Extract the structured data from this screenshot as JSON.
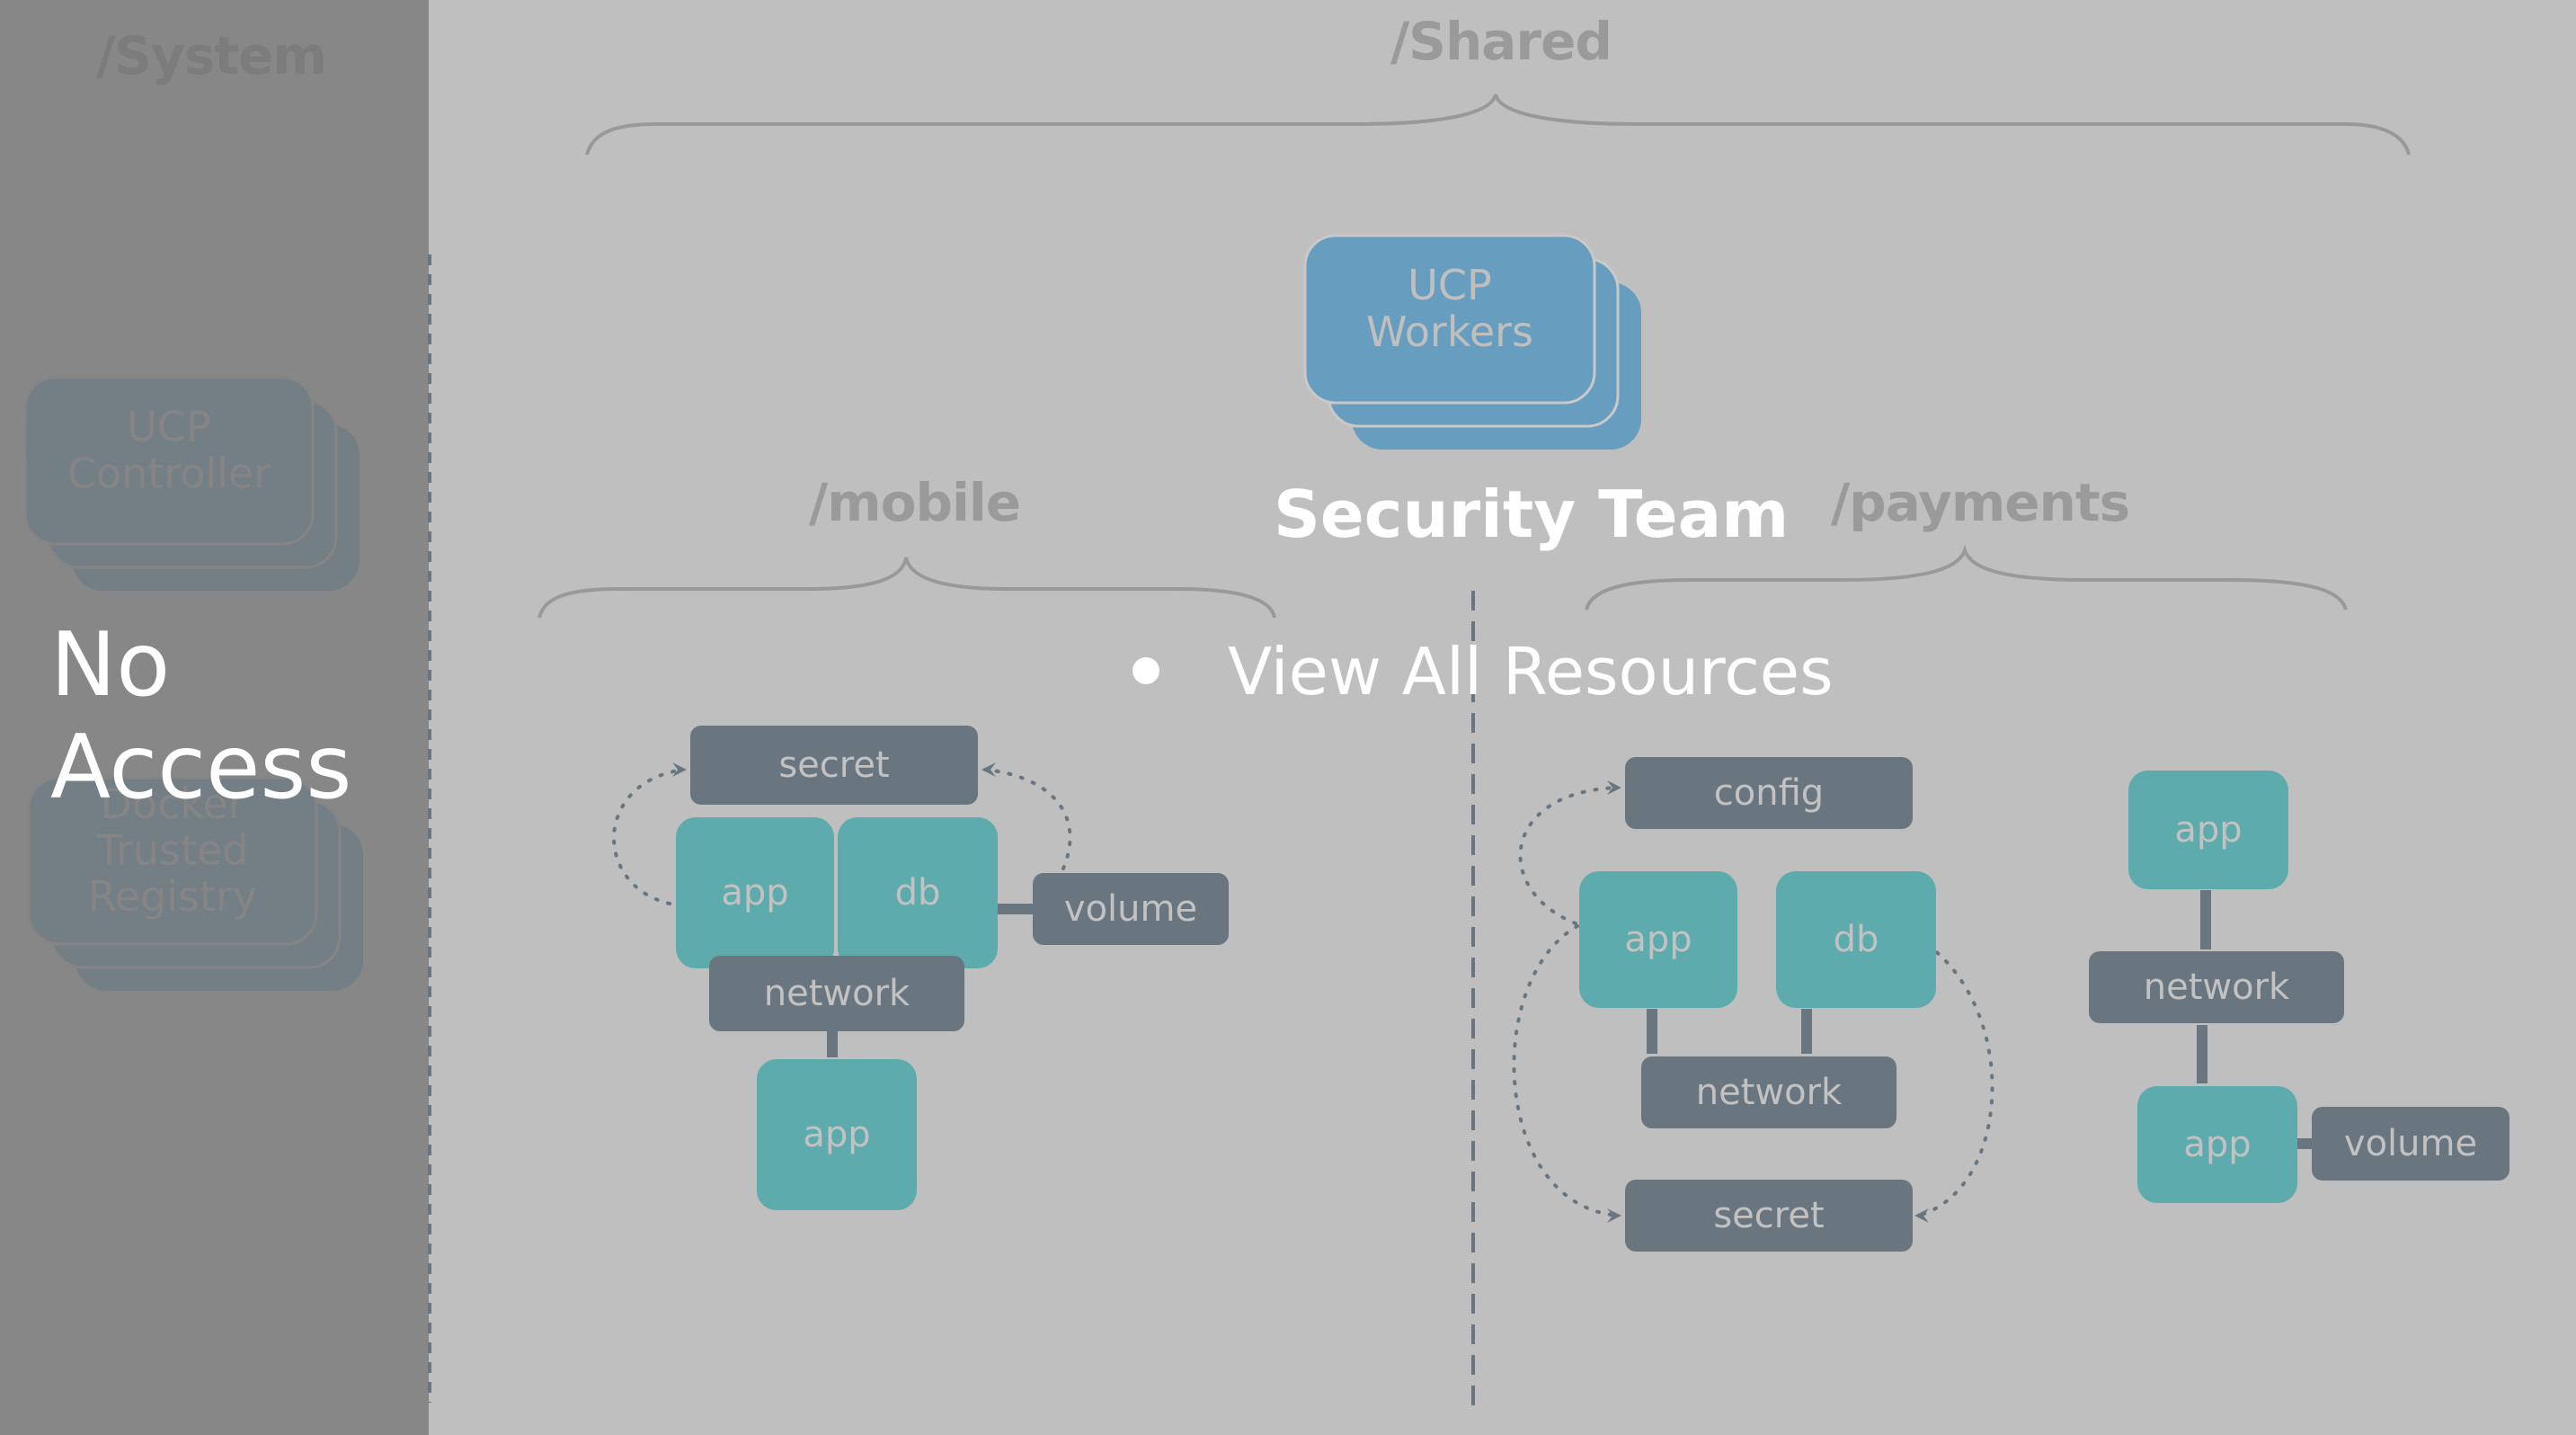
{
  "scopes": {
    "system": {
      "title": "/System",
      "access": "No Access",
      "nodes": {
        "controller": "UCP Controller",
        "dtr": "Docker Trusted Registry"
      }
    },
    "shared": {
      "title": "/Shared",
      "nodes": {
        "workers": "UCP Workers"
      }
    },
    "mobile": {
      "title": "/mobile"
    },
    "payments": {
      "title": "/payments"
    }
  },
  "team": {
    "name": "Security Team",
    "permission": "View All Resources"
  },
  "mobile_resources": {
    "secret": "secret",
    "app": "app",
    "db": "db",
    "volume": "volume",
    "network": "network",
    "app2": "app"
  },
  "payments_resources": {
    "config": "config",
    "app": "app",
    "db": "db",
    "network": "network",
    "secret": "secret",
    "app_b": "app",
    "network_b": "network",
    "app_c": "app",
    "volume": "volume"
  },
  "colors": {
    "service": "#5eabad",
    "resource": "#6a767f",
    "node": "#679ebf",
    "node_dim": "#737e85",
    "no_access_panel": "#878787",
    "background": "#bfbfbf"
  }
}
